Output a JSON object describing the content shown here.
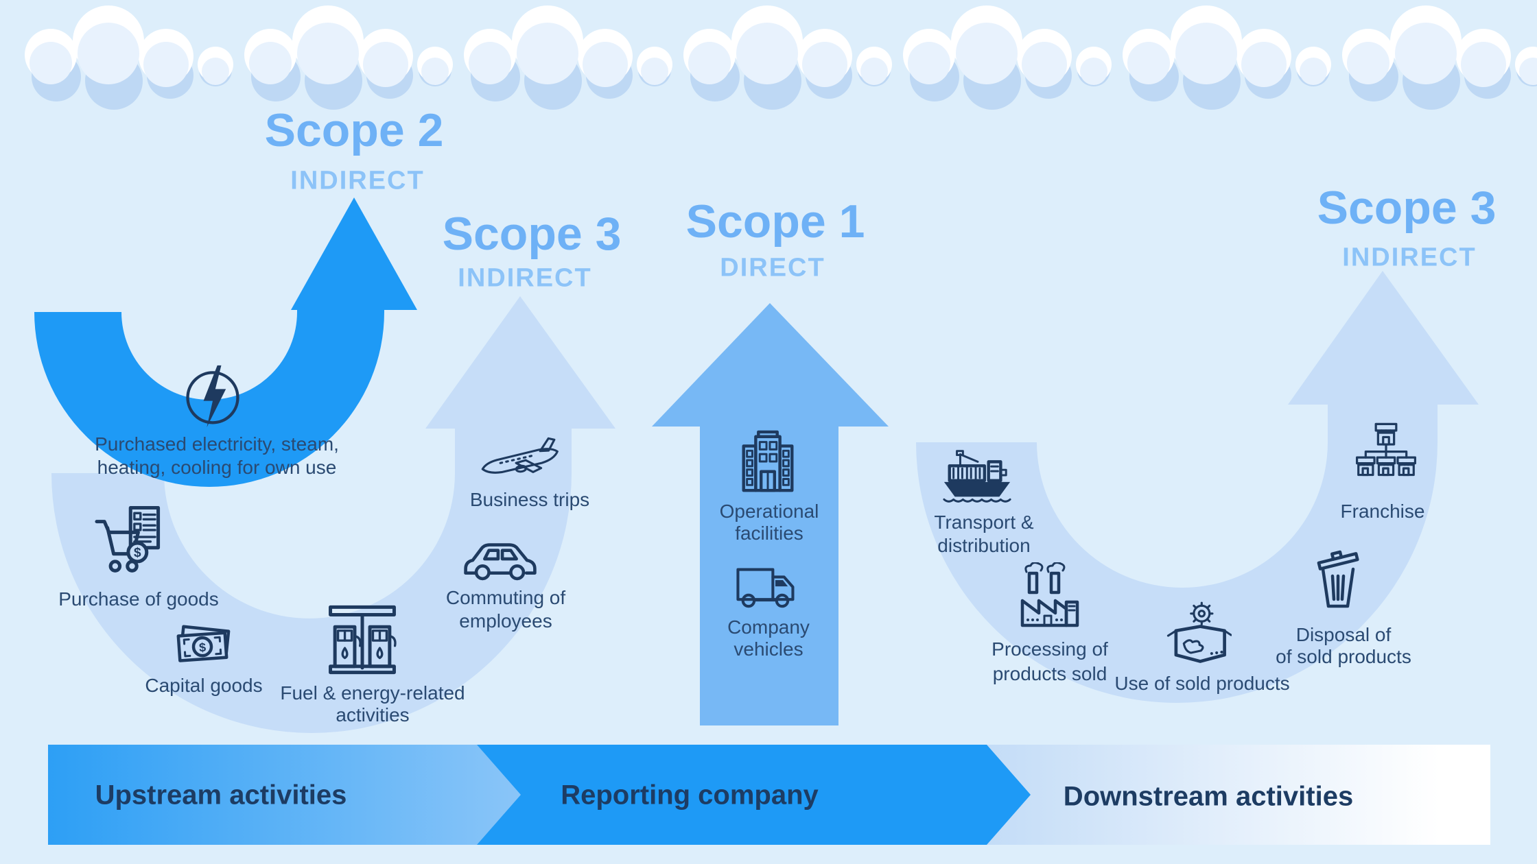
{
  "palette": {
    "background": "#ddeefb",
    "bright_blue": "#1e9af6",
    "medium_blue": "#77b8f5",
    "light_blue": "#c6ddf8",
    "title_blue": "#6eb1f6",
    "subtitle_blue": "#8cc3f8",
    "navy_icon": "#1e3a5f",
    "label_navy": "#2a4a72",
    "cloud_shadow": "#bed8f4",
    "cloud_body": "#e8f2fd"
  },
  "scopes": {
    "scope2": {
      "title": "Scope 2",
      "subtitle": "INDIRECT"
    },
    "scope3_upstream": {
      "title": "Scope 3",
      "subtitle": "INDIRECT"
    },
    "scope1": {
      "title": "Scope 1",
      "subtitle": "DIRECT"
    },
    "scope3_downstream": {
      "title": "Scope 3",
      "subtitle": "INDIRECT"
    }
  },
  "activities": {
    "purchased_electricity": {
      "line1": "Purchased electricity, steam,",
      "line2": "heating, cooling for own use",
      "icon": "electricity-icon"
    },
    "purchase_of_goods": {
      "line1": "Purchase of goods",
      "icon": "shopping-cart-icon"
    },
    "capital_goods": {
      "line1": "Capital goods",
      "icon": "banknotes-icon"
    },
    "fuel_energy": {
      "line1": "Fuel & energy-related",
      "line2": "activities",
      "icon": "fuel-station-icon"
    },
    "business_trips": {
      "line1": "Business trips",
      "icon": "airplane-icon"
    },
    "commuting": {
      "line1": "Commuting of",
      "line2": "employees",
      "icon": "car-icon"
    },
    "operational_facilities": {
      "line1": "Operational",
      "line2": "facilities",
      "icon": "office-building-icon"
    },
    "company_vehicles": {
      "line1": "Company",
      "line2": "vehicles",
      "icon": "truck-icon"
    },
    "transport_distribution": {
      "line1": "Transport &",
      "line2": "distribution",
      "icon": "cargo-ship-icon"
    },
    "processing": {
      "line1": "Processing of",
      "line2": "products sold",
      "icon": "factory-icon"
    },
    "use_of_sold": {
      "line1": "Use of sold products",
      "icon": "product-box-icon"
    },
    "disposal": {
      "line1": "Disposal of",
      "line2": "of sold products",
      "icon": "trash-bin-icon"
    },
    "franchise": {
      "line1": "Franchise",
      "icon": "franchise-stores-icon"
    }
  },
  "flow_bar": {
    "upstream": "Upstream activities",
    "reporting": "Reporting company",
    "downstream": "Downstream activities"
  }
}
